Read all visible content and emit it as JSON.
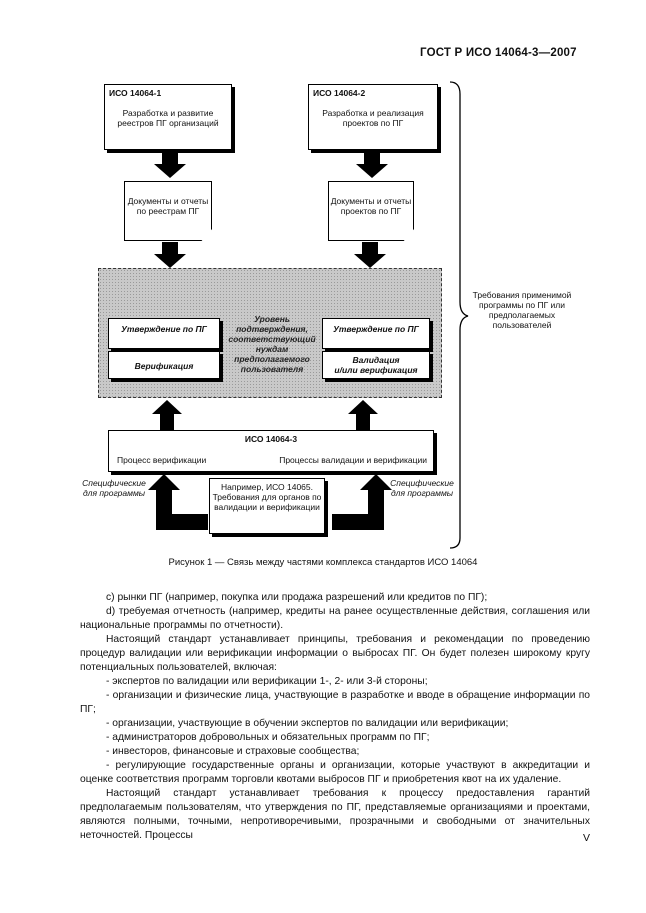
{
  "header": {
    "doc_id": "ГОСТ Р ИСО 14064-3—2007"
  },
  "diagram": {
    "iso1": {
      "title": "ИСО 14064-1",
      "text": "Разработка и развитие реестров ПГ организаций"
    },
    "iso2": {
      "title": "ИСО 14064-2",
      "text": "Разработка и реализация проектов по ПГ"
    },
    "doc1": "Документы и отчеты по реестрам ПГ",
    "doc2": "Документы и отчеты проектов по ПГ",
    "assure_left": "Утверждение по ПГ",
    "verify_left": "Верификация",
    "level_text": "Уровень подтверждения, соответствующий нуждам предполагаемого пользователя",
    "assure_right": "Утверждение по ПГ",
    "validate_right_1": "Валидация",
    "validate_right_2": "и/или верификация",
    "iso3": {
      "title": "ИСО 14064-3",
      "left": "Процесс верификации",
      "right": "Процессы валидации и верификации"
    },
    "spec_left": "Специфические для программы",
    "spec_right": "Специфические для программы",
    "iso14065": "Например, ИСО 14065. Требования для органов по валидации и верификации",
    "requirements": "Требования применимой программы по ПГ или предполагаемых пользователей"
  },
  "caption": "Рисунок 1 — Связь между частями комплекса стандартов ИСО 14064",
  "paragraphs": [
    "c) рынки ПГ (например, покупка или продажа разрешений или кредитов по ПГ);",
    "d) требуемая отчетность (например, кредиты на ранее осуществленные действия, соглашения или национальные программы по отчетности).",
    "Настоящий стандарт устанавливает принципы, требования и рекомендации по проведению процедур валидации или верификации информации о выбросах ПГ. Он будет полезен широкому кругу потенциальных пользователей, включая:",
    "- экспертов по валидации или верификации 1-, 2- или 3-й стороны;",
    "- организации и физические лица, участвующие в разработке и вводе в обращение информации по ПГ;",
    "- организации, участвующие в обучении экспертов по валидации или верификации;",
    "- администраторов добровольных и обязательных программ по ПГ;",
    "- инвесторов, финансовые и страховые сообщества;",
    "- регулирующие государственные органы и организации, которые участвуют в аккредитации и оценке соответствия программ торговли квотами выбросов ПГ и приобретения квот на их удаление.",
    "Настоящий стандарт устанавливает требования к процессу предоставления гарантий предполагаемым пользователям, что утверждения по ПГ, представляемые организациями и проектами, являются полными, точными, непротиворечивыми, прозрачными и свободными от значительных неточностей. Процессы"
  ],
  "page_number": "V"
}
